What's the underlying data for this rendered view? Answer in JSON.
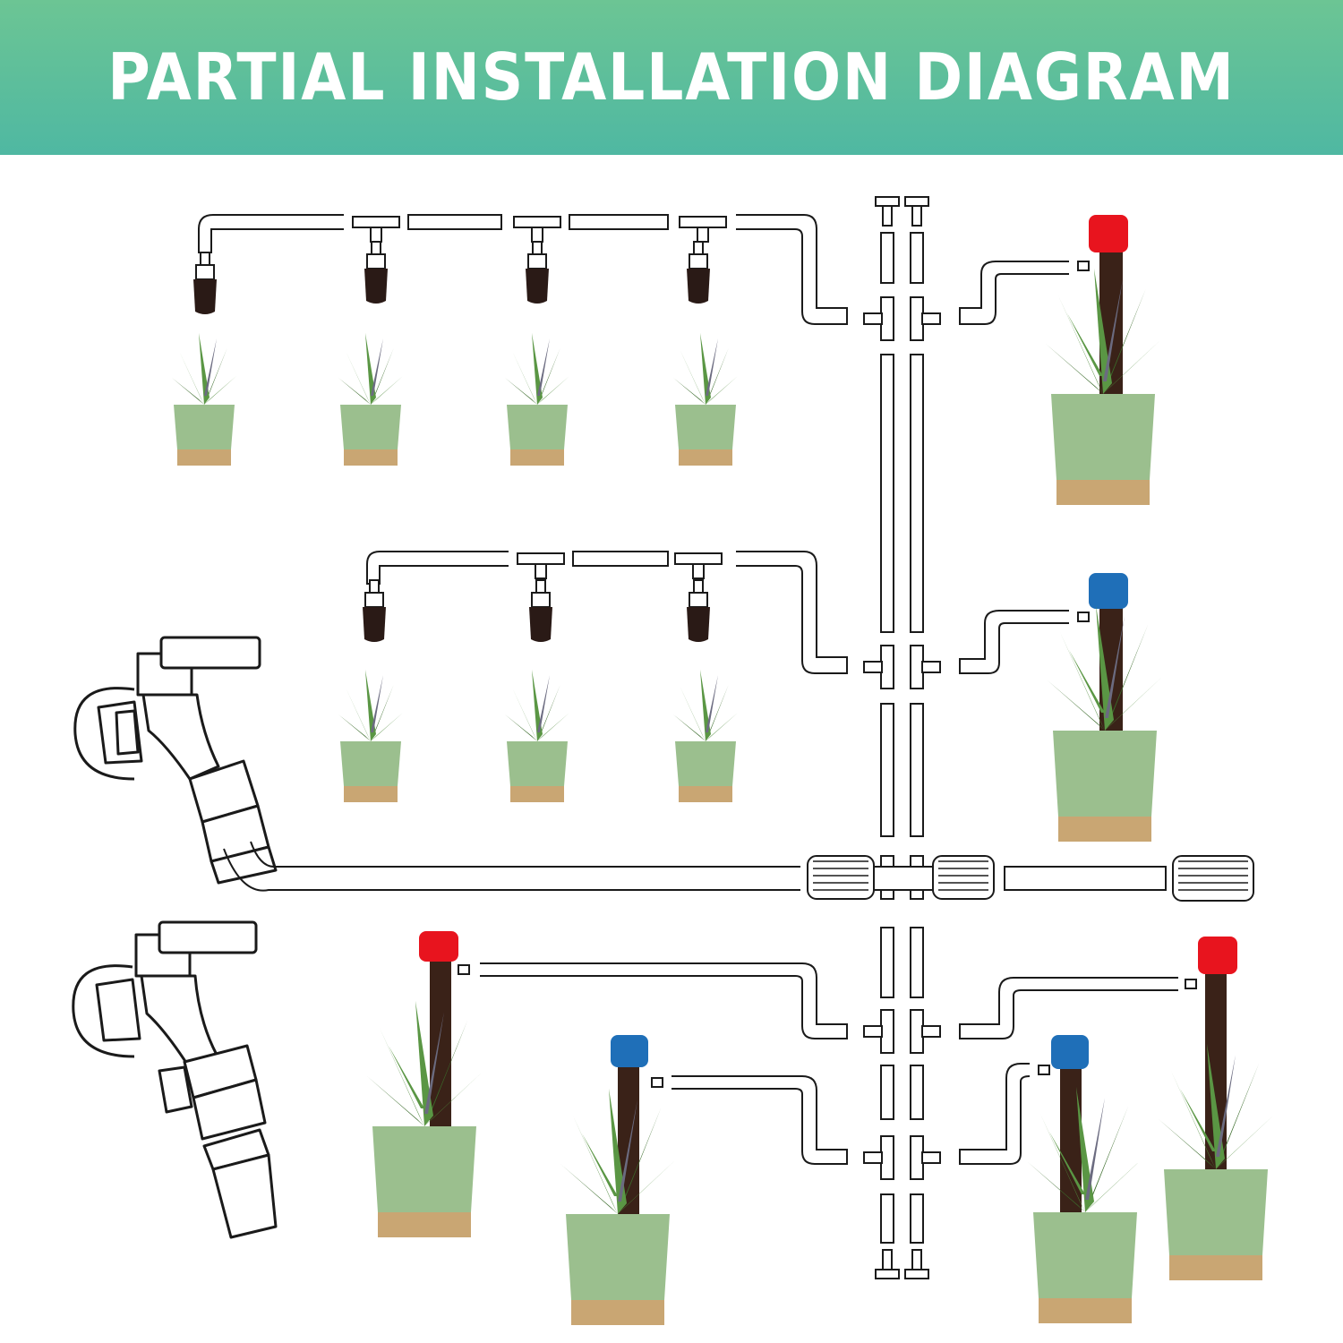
{
  "banner": {
    "title": "PARTIAL INSTALLATION DIAGRAM",
    "colors": {
      "gradient_top": "#6cc594",
      "gradient_bottom": "#4fb8a2",
      "text": "#ffffff"
    }
  },
  "diagram": {
    "components": {
      "faucets": [
        "faucet-with-threaded-adapter",
        "faucet-with-quick-connector"
      ],
      "main_connector": "four-way-hose-splitter",
      "end_cap": "hose-end-cap",
      "branches": [
        {
          "row": "top",
          "drippers": 4,
          "stakes": [
            "red"
          ]
        },
        {
          "row": "middle",
          "drippers": 3,
          "stakes": [
            "blue"
          ]
        },
        {
          "row": "lower-left",
          "stakes": [
            "red",
            "blue"
          ]
        },
        {
          "row": "lower-right",
          "stakes": [
            "red",
            "blue"
          ]
        }
      ]
    },
    "colors": {
      "pot": "#9bbf8e",
      "pot_saucer": "#c9a673",
      "leaf": "#4f8a3b",
      "leaf_dark": "#3a6b2a",
      "stake": "#3a2218",
      "stake_cap_red": "#e8141e",
      "stake_cap_blue": "#1f6fb8",
      "dripper": "#2a1a16",
      "line": "#1a1a1a"
    }
  }
}
